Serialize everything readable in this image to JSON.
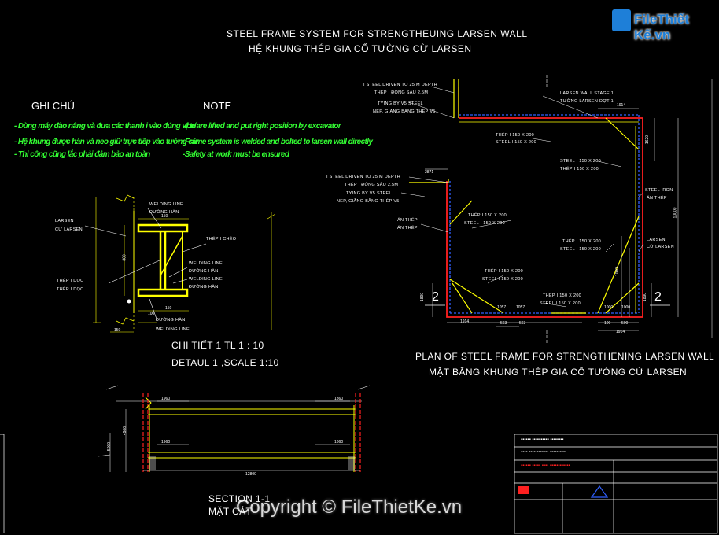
{
  "watermark": {
    "brand": "FileThiết Kế.vn",
    "copyright": "Copyright © FileThietKe.vn"
  },
  "title": {
    "line1": "STEEL FRAME SYSTEM FOR STRENGTHEUING LARSEN WALL",
    "line2": "HỆ KHUNG THÉP GIA CỐ TƯỜNG CỪ LARSEN"
  },
  "notes": {
    "vn_heading": "GHI CHÚ",
    "en_heading": "NOTE",
    "vn_items": [
      "- Dùng máy đào nâng và đưa các thanh i vào đúng vị trí",
      "- Hệ khung được hàn và neo giữ trực tiếp vào tường cừ",
      "- Thi công cũng lắc phải đảm bảo an toàn"
    ],
    "en_items": [
      "-Ibe are lifted and put right position by excavator",
      "-Frame system is welded and bolted to larsen wall directly",
      "-Safety at work must be ensured"
    ]
  },
  "detail": {
    "larsen": [
      "LARSEN",
      "CỪ LARSEN"
    ],
    "welding_top": [
      "WELDING LINE",
      "ĐƯỜNG HÀN"
    ],
    "thep_cheo": "THÉP I CHÉO",
    "welding_mid": [
      "WELDING LINE",
      "ĐƯỜNG HÀN",
      "WELDING LINE",
      "ĐƯỜNG HÀN"
    ],
    "thep_doc": [
      "THÉP I DỌC",
      "THÉP I DỌC"
    ],
    "welding_bot": [
      "ĐƯỜNG HÀN",
      "WELDING LINE"
    ],
    "dims": [
      "150",
      "300",
      "150",
      "150",
      "100",
      "150"
    ],
    "caption1": "CHI TIẾT 1 TL 1 : 10",
    "caption2": "DETAUL 1 ,SCALE 1:10"
  },
  "plan": {
    "callout_top": [
      "I STEEL DRIVEN TO 25 M DEPTH",
      "THÉP I ĐÓNG SÂU 2,5M",
      "TYING BY V5 STEEL",
      "NEP, GIẰNG BẰNG THÉP V5"
    ],
    "callout_mid": [
      "I STEEL DRIVEN TO 25 M DEPTH",
      "THÉP I ĐÓNG SÂU 2,5M",
      "TYING BY V5 STEEL",
      "NEP, GIẰNG BẰNG THÉP V5"
    ],
    "larsen_stage": [
      "LARSEN WALL STAGE 1",
      "TƯỜNG LARSEN ĐỢT 1"
    ],
    "steel_labels": [
      [
        "THÉP I 150 X 200",
        "STEEL I 150 X 200"
      ],
      [
        "STEEL I 150 X 200",
        "THÉP I 150 X 200"
      ],
      [
        "THÉP I 150 X 200",
        "STEEL I 150 X 200"
      ],
      [
        "THÉP I 150 X 200",
        "STEEL I 150 X 200"
      ],
      [
        "THÉP I 150 X 200",
        "STEEL I 150 X 200"
      ],
      [
        "THÉP I 150 X 200",
        "STEEL I 150 X 200"
      ]
    ],
    "iron": [
      "STEEL IRON",
      "ÁN THÉP"
    ],
    "iron_left": [
      "ÁN THÉP",
      "ÁN THÉP"
    ],
    "larsen_right": [
      "LARSEN",
      "CỪ LARSEN"
    ],
    "section_mark": "2",
    "dims": [
      "1914",
      "1620",
      "2871",
      "10000",
      "1890",
      "1000",
      "1057",
      "1057",
      "1000",
      "1000",
      "1914",
      "1890",
      "1914",
      "563",
      "563",
      "100",
      "500",
      "1914",
      "100"
    ],
    "caption1": "PLAN OF STEEL FRAME FOR STRENGTHENING LARSEN WALL",
    "caption2": "MẶT BẰNG KHUNG THÉP GIA CỐ TƯỜNG CỪ LARSEN"
  },
  "section": {
    "dims": [
      "1960",
      "1860",
      "1960",
      "1860",
      "12800",
      "4900",
      "5000"
    ],
    "caption1": "SECTION 1-1",
    "caption2": "MẶT CẮT"
  },
  "titleblock": {
    "rows": [
      "▪▪▪▪▪▪ ▪▪▪▪▪▪▪▪▪▪ ▪▪▪▪▪▪▪▪",
      "▪▪▪▪ ▪▪▪▪ ▪▪▪▪▪▪▪ ▪▪▪▪▪▪▪▪▪▪",
      "▪▪▪▪▪▪ ▪▪▪▪▪ ▪▪▪▪ ▪▪▪▪▪▪▪▪▪▪▪▪"
    ]
  },
  "colors": {
    "yellow": "#ffff00",
    "red": "#ff2020",
    "blue": "#3060ff",
    "green": "#33ff33",
    "cyan": "#00ffff",
    "white": "#ffffff"
  }
}
